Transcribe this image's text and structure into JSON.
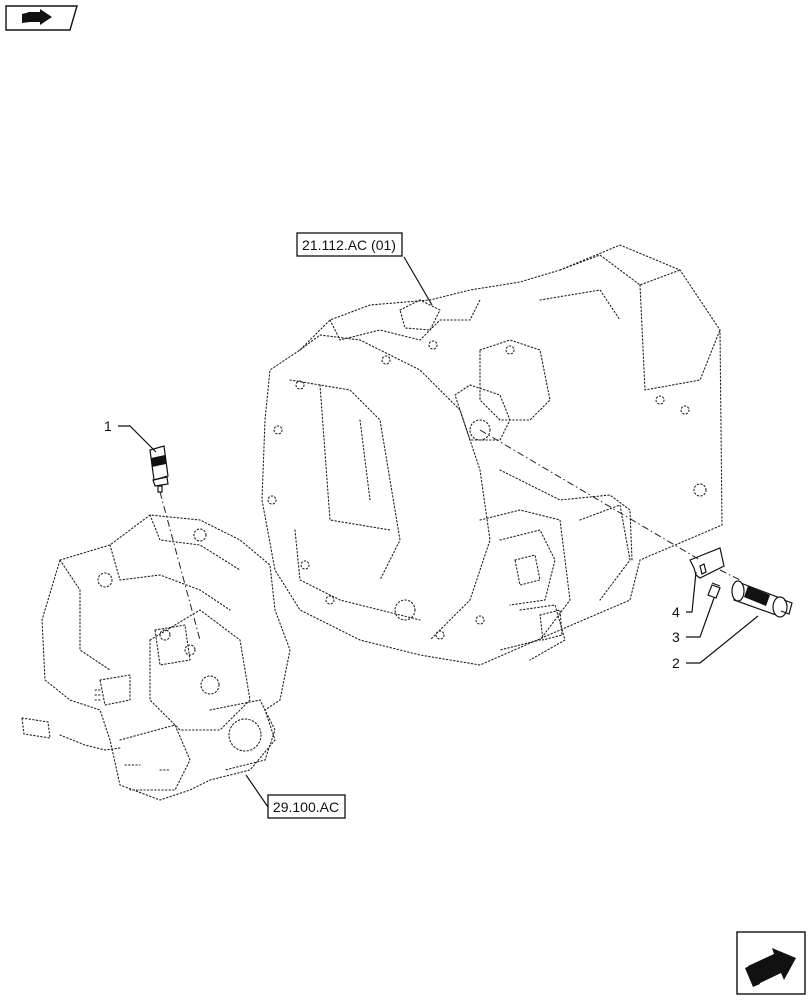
{
  "callouts": {
    "item1": "1",
    "item2": "2",
    "item3": "3",
    "item4": "4"
  },
  "references": {
    "transmission": "21.112.AC (01)",
    "pump": "29.100.AC"
  },
  "icons": {
    "top_left": "book-arrow-icon",
    "bottom_right": "next-page-arrow-icon"
  }
}
